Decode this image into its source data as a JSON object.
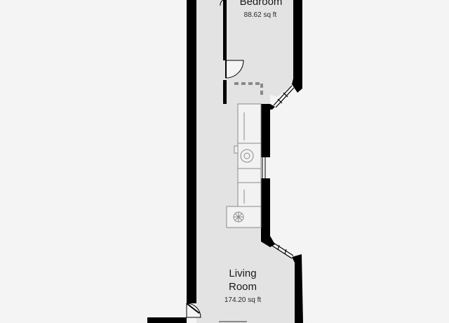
{
  "rooms": [
    {
      "name": "Bedroom",
      "area": "88.62 sq ft"
    },
    {
      "name_line1": "Living",
      "name_line2": "Room",
      "area": "174.20 sq ft"
    }
  ],
  "colors": {
    "background": "#f4f4f4",
    "floor": "#e3e3e3",
    "wall": "#000000",
    "fixture_stroke": "#8a8a8a",
    "fixture_fill": "#f2f2f2",
    "dashed_line": "#8a8a8a"
  }
}
